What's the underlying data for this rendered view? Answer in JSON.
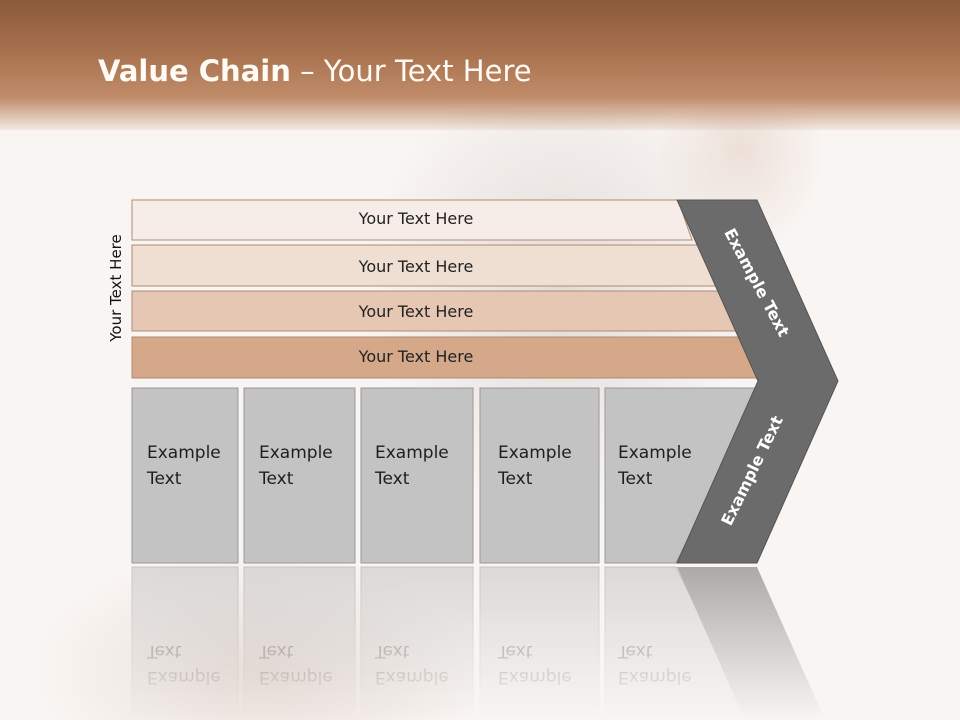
{
  "slide": {
    "title_bold": "Value Chain",
    "title_rest": " – Your Text Here",
    "vertical_label": "Your Text Here"
  },
  "bars": [
    {
      "label": "Your Text Here",
      "color": "#f6ede8"
    },
    {
      "label": "Your Text Here",
      "color": "#efdfd3"
    },
    {
      "label": "Your Text Here",
      "color": "#e6c7b4"
    },
    {
      "label": "Your Text Here",
      "color": "#d4a888"
    }
  ],
  "boxes": [
    {
      "line1": "Example",
      "line2": "Text"
    },
    {
      "line1": "Example",
      "line2": "Text"
    },
    {
      "line1": "Example",
      "line2": "Text"
    },
    {
      "line1": "Example",
      "line2": "Text"
    },
    {
      "line1": "Example",
      "line2": "Text"
    }
  ],
  "chevron": {
    "upper_label": "Example Text",
    "lower_label": "Example Text",
    "color": "#6b6b6b"
  },
  "colors": {
    "header": "#a8714e",
    "box_fill": "#c3c3c3",
    "box_border": "#9a9a9a"
  }
}
